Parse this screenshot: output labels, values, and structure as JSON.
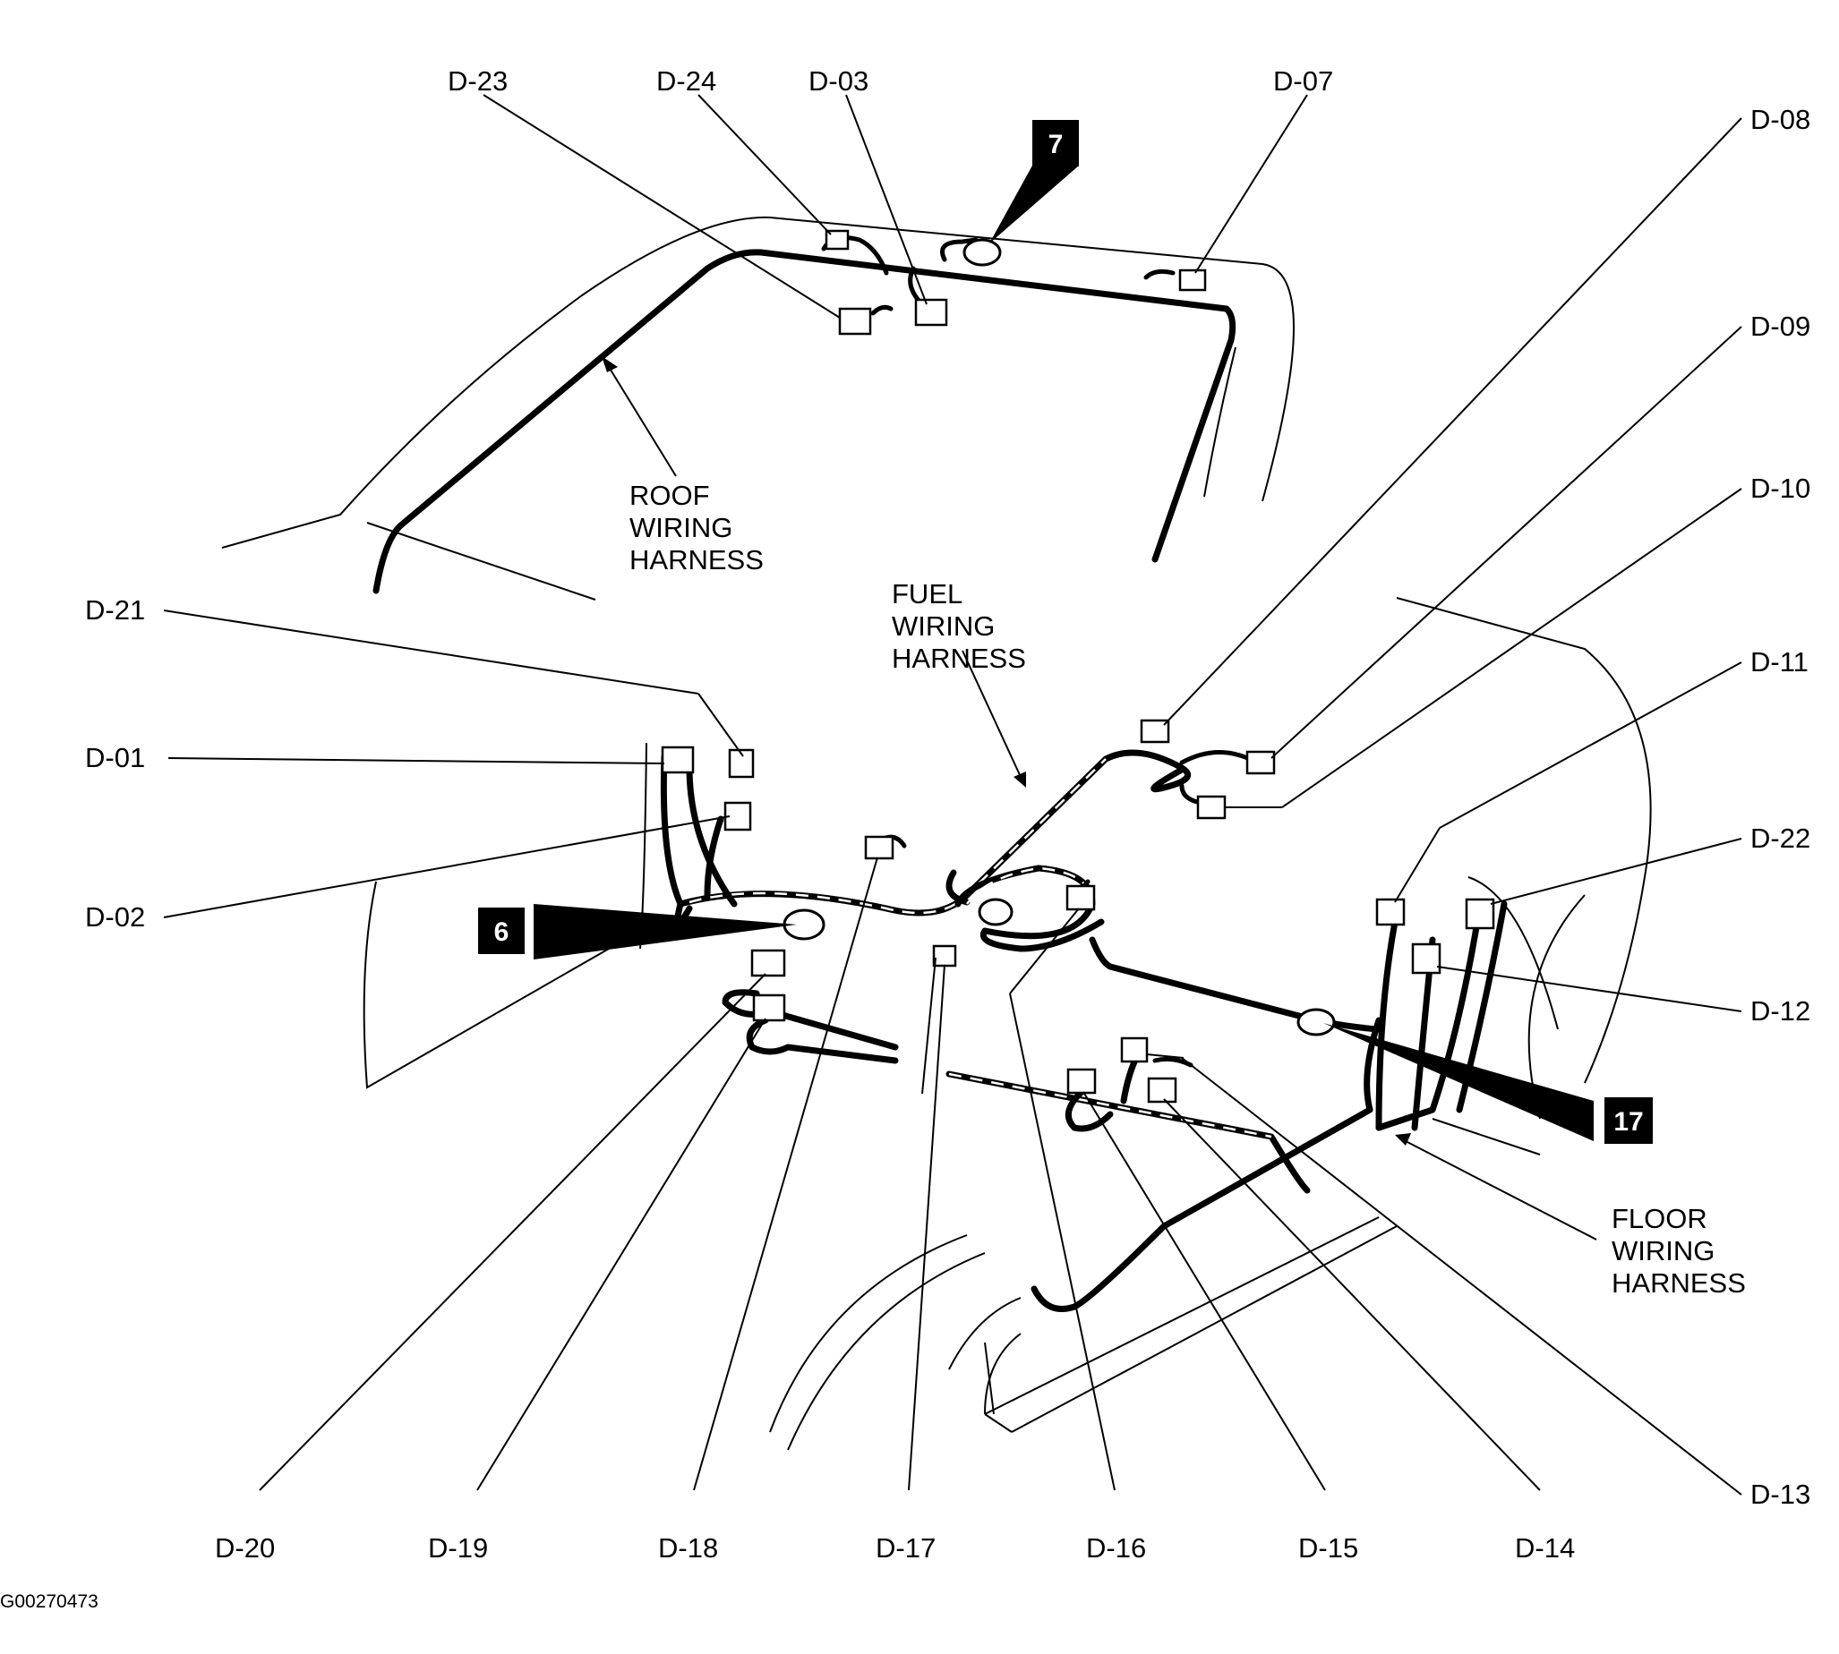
{
  "figure_id": "G00270473",
  "harness_labels": {
    "roof": [
      "ROOF",
      "WIRING",
      "HARNESS"
    ],
    "fuel": [
      "FUEL",
      "WIRING",
      "HARNESS"
    ],
    "floor": [
      "FLOOR",
      "WIRING",
      "HARNESS"
    ]
  },
  "callouts": {
    "c7": "7",
    "c6": "6",
    "c17": "17"
  },
  "connectors": {
    "d01": "D-01",
    "d02": "D-02",
    "d03": "D-03",
    "d07": "D-07",
    "d08": "D-08",
    "d09": "D-09",
    "d10": "D-10",
    "d11": "D-11",
    "d12": "D-12",
    "d13": "D-13",
    "d14": "D-14",
    "d15": "D-15",
    "d16": "D-16",
    "d17": "D-17",
    "d18": "D-18",
    "d19": "D-19",
    "d20": "D-20",
    "d21": "D-21",
    "d22": "D-22",
    "d23": "D-23",
    "d24": "D-24"
  }
}
